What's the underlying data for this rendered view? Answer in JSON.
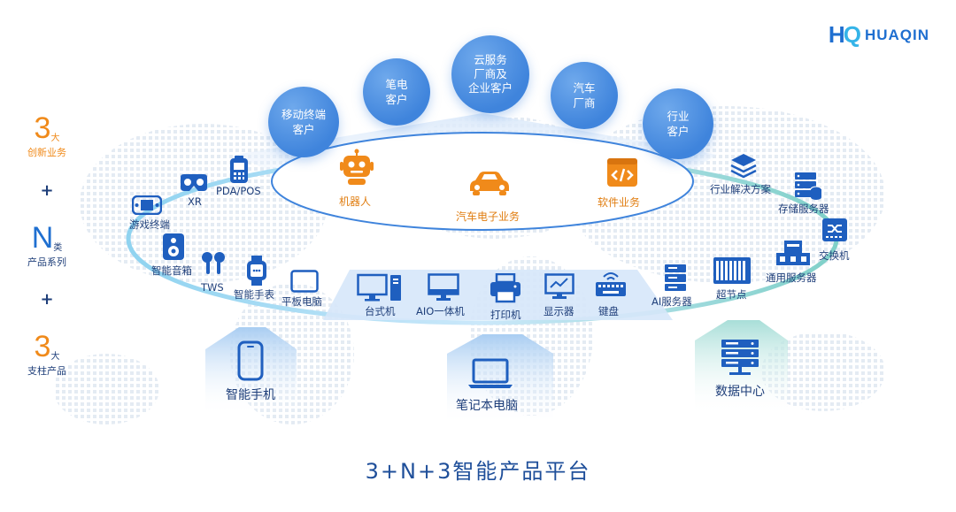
{
  "brand": {
    "mark_h": "H",
    "mark_q": "Q",
    "name": "HUAQIN"
  },
  "left_column": {
    "block1": {
      "number": "3",
      "suffix": "大",
      "label": "创新业务"
    },
    "plus1": "+",
    "block2": {
      "number": "N",
      "suffix": "类",
      "label": "产品系列"
    },
    "plus2": "+",
    "block3": {
      "number": "3",
      "suffix": "大",
      "label": "支柱产品"
    }
  },
  "customers": [
    {
      "label": "移动终端\n客户"
    },
    {
      "label": "笔电\n客户"
    },
    {
      "label": "云服务\n厂商及\n企业客户"
    },
    {
      "label": "汽车\n厂商"
    },
    {
      "label": "行业\n客户"
    }
  ],
  "innovation": {
    "robot": "机器人",
    "auto": "汽车电子业务",
    "software": "软件业务"
  },
  "products_left": {
    "game": "游戏终端",
    "xr": "XR",
    "pda": "PDA/POS",
    "speaker": "智能音箱",
    "tws": "TWS",
    "watch": "智能手表",
    "tablet": "平板电脑"
  },
  "products_center": {
    "desktop": "台式机",
    "aio": "AIO一体机",
    "printer": "打印机",
    "monitor": "显示器",
    "keyboard": "键盘"
  },
  "products_right": {
    "solution": "行业解决方案",
    "storage": "存储服务器",
    "switch": "交换机",
    "general": "通用服务器",
    "ai": "AI服务器",
    "supernode": "超节点"
  },
  "pillars": {
    "phone": "智能手机",
    "laptop": "笔记本电脑",
    "datacenter": "数据中心"
  },
  "title": "3+N+3智能产品平台",
  "colors": {
    "primary": "#1f6fd0",
    "accent": "#f08a1a",
    "text": "#1f3f7a"
  }
}
